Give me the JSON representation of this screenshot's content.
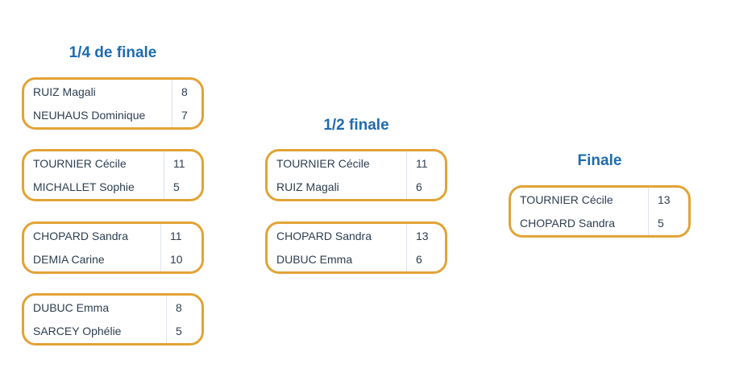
{
  "rounds": [
    {
      "title": "1/4 de finale",
      "matches": [
        [
          {
            "name": "RUIZ Magali",
            "score": "8"
          },
          {
            "name": "NEUHAUS Dominique",
            "score": "7"
          }
        ],
        [
          {
            "name": "TOURNIER Cécile",
            "score": "11"
          },
          {
            "name": "MICHALLET Sophie",
            "score": "5"
          }
        ],
        [
          {
            "name": "CHOPARD Sandra",
            "score": "11"
          },
          {
            "name": "DEMIA Carine",
            "score": "10"
          }
        ],
        [
          {
            "name": "DUBUC Emma",
            "score": "8"
          },
          {
            "name": "SARCEY Ophélie",
            "score": "5"
          }
        ]
      ]
    },
    {
      "title": "1/2 finale",
      "matches": [
        [
          {
            "name": "TOURNIER Cécile",
            "score": "11"
          },
          {
            "name": "RUIZ Magali",
            "score": "6"
          }
        ],
        [
          {
            "name": "CHOPARD Sandra",
            "score": "13"
          },
          {
            "name": "DUBUC Emma",
            "score": "6"
          }
        ]
      ]
    },
    {
      "title": "Finale",
      "matches": [
        [
          {
            "name": "TOURNIER Cécile",
            "score": "13"
          },
          {
            "name": "CHOPARD Sandra",
            "score": "5"
          }
        ]
      ]
    }
  ]
}
